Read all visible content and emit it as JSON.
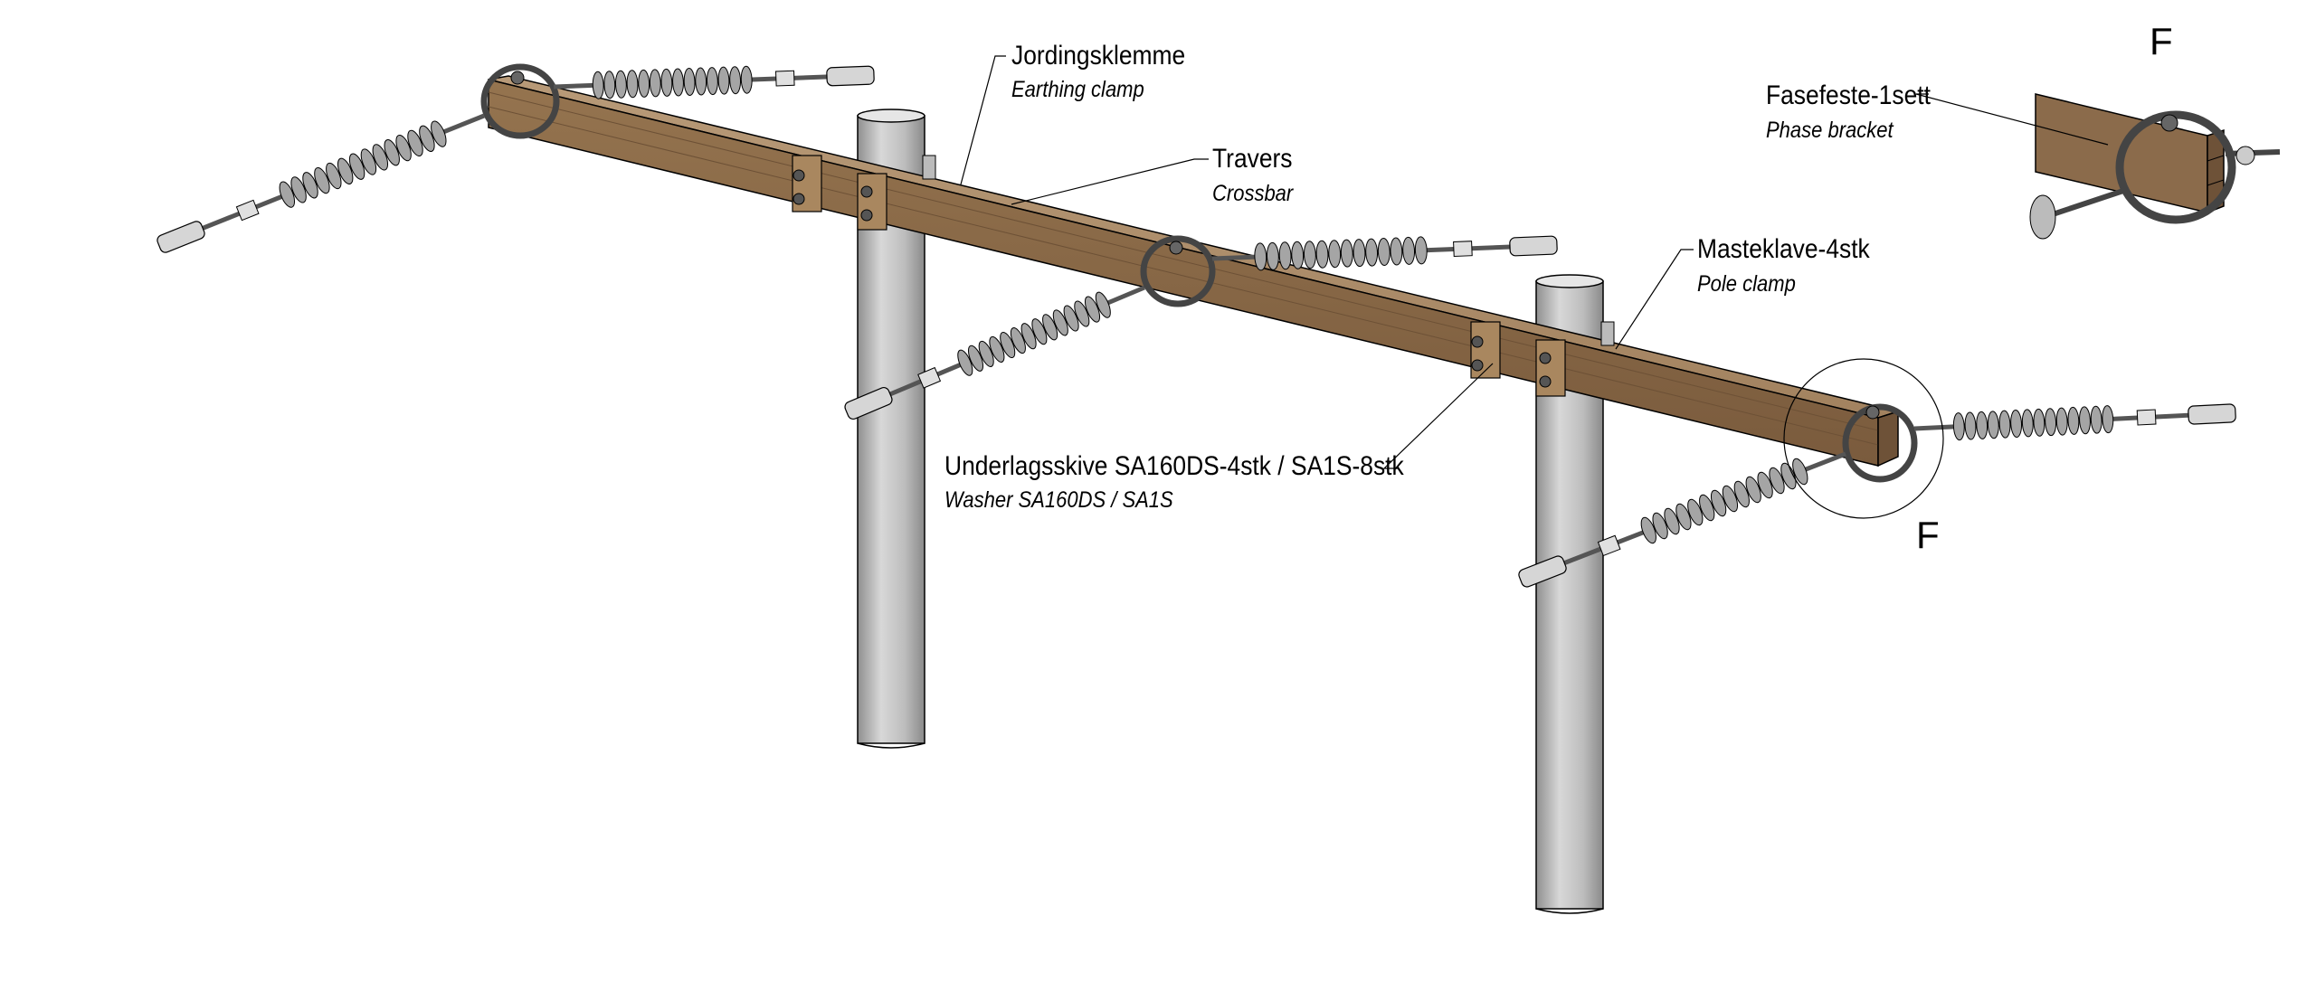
{
  "labels": {
    "earthing_clamp": {
      "no": "Jordingsklemme",
      "en": "Earthing clamp"
    },
    "crossbar": {
      "no": "Travers",
      "en": "Crossbar"
    },
    "pole_clamp": {
      "no": "Masteklave-4stk",
      "en": "Pole clamp"
    },
    "washer": {
      "no": "Underlagsskive SA160DS-4stk / SA1S-8stk",
      "en": "Washer SA160DS / SA1S"
    },
    "phase_bracket": {
      "no": "Fasefeste-1sett",
      "en": "Phase bracket"
    }
  },
  "detail_marks": {
    "detail_title": "F",
    "callout": "F"
  },
  "colors": {
    "wood_top": "#b08f6c",
    "wood_front": "#8b6b4b",
    "wood_under": "#6e5238",
    "pole": "#c8c8c8",
    "pole_shade": "#9a9a9a",
    "insulator": "#a5a5a5",
    "metal": "#d6d6d6",
    "line": "#000000"
  }
}
